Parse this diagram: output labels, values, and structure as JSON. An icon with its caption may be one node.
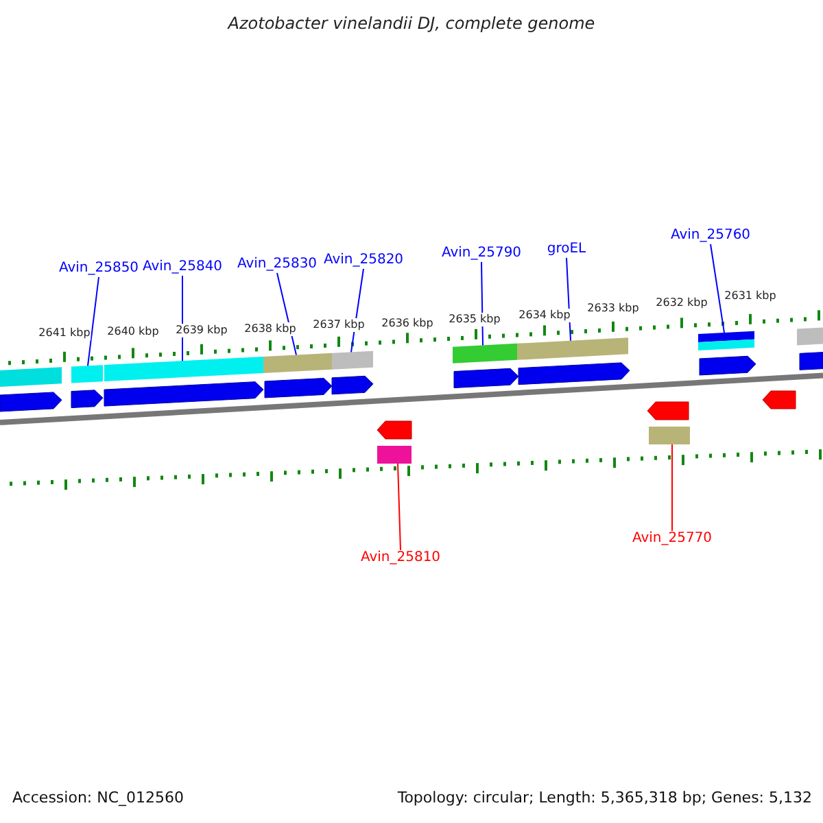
{
  "diagram": {
    "title": "Azotobacter vinelandii DJ, complete genome",
    "nodes": [
      {
        "text": [
          "Avin_25850"
        ]
      },
      {
        "text": [
          "Avin_25840"
        ]
      },
      {
        "text": [
          "Avin_25830"
        ]
      },
      {
        "text": [
          "Avin_25820"
        ]
      },
      {
        "text": [
          "Avin_25790"
        ]
      },
      {
        "text": [
          "groEL"
        ]
      },
      {
        "text": [
          "Avin_25760"
        ]
      },
      {
        "text": [
          "Avin_25810"
        ]
      },
      {
        "text": [
          "Avin_25770"
        ]
      },
      {
        "text": [],
        "shape": "bar"
      },
      {
        "text": [],
        "shape": "bar"
      },
      {
        "text": [],
        "shape": "bar"
      },
      {
        "text": [],
        "shape": "bar"
      },
      {
        "text": [],
        "shape": "bar"
      },
      {
        "text": [],
        "shape": "bar"
      },
      {
        "text": [],
        "shape": "bar"
      },
      {
        "text": [],
        "shape": "bar"
      },
      {
        "text": [],
        "shape": "bar"
      },
      {
        "text": [],
        "shape": "bar"
      },
      {
        "text": [],
        "shape": "bar"
      }
    ],
    "edges": [
      {
        "from": 0,
        "to": 9,
        "arrow": "none"
      },
      {
        "from": 1,
        "to": 10,
        "arrow": "none"
      },
      {
        "from": 2,
        "to": 11,
        "arrow": "none"
      },
      {
        "from": 3,
        "to": 12,
        "arrow": "none"
      },
      {
        "from": 4,
        "to": 14,
        "arrow": "none"
      },
      {
        "from": 5,
        "to": 15,
        "arrow": "none"
      },
      {
        "from": 6,
        "to": 17,
        "arrow": "none"
      },
      {
        "from": 7,
        "to": 13,
        "arrow": "none",
        "color": "#ff0000"
      },
      {
        "from": 8,
        "to": 16,
        "arrow": "none",
        "color": "#ff0000"
      }
    ],
    "labels": [
      "2641 kbp",
      "2640 kbp",
      "2639 kbp",
      "2638 kbp",
      "2637 kbp",
      "2636 kbp",
      "2635 kbp",
      "2634 kbp",
      "2633 kbp",
      "2632 kbp",
      "2631 kbp",
      "Accession: NC_012560",
      "Topology: circular; Length: 5,365,318 bp; Genes: 5,132"
    ]
  }
}
